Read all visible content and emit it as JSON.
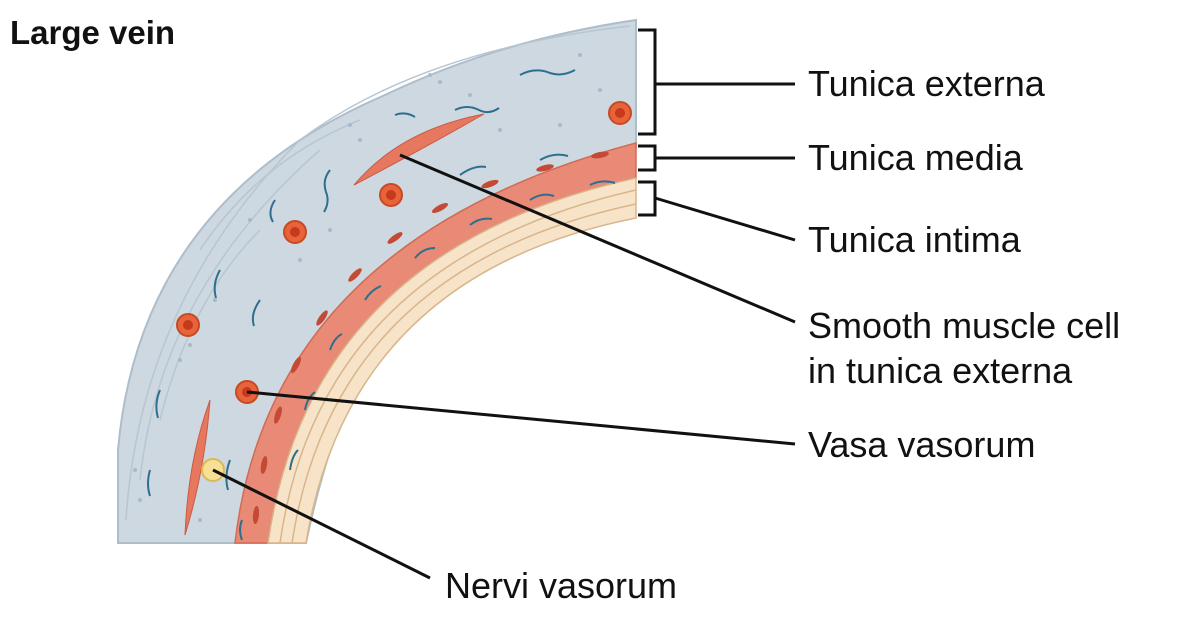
{
  "title": "Large vein",
  "labels": {
    "tunica_externa": "Tunica externa",
    "tunica_media": "Tunica media",
    "tunica_intima": "Tunica intima",
    "smooth_muscle_line1": "Smooth muscle cell",
    "smooth_muscle_line2": "in tunica externa",
    "vasa_vasorum": "Vasa vasorum",
    "nervi_vasorum": "Nervi vasorum"
  },
  "colors": {
    "tunica_externa": "#cdd8e1",
    "tunica_media": "#e88a76",
    "tunica_intima": "#f6e3c8",
    "nuclei": "#c44a35",
    "vasa_vasorum": "#e8633a",
    "nervi_vasorum": "#f7df93",
    "fibers": "#2e6f8e",
    "leader_lines": "#111111"
  }
}
